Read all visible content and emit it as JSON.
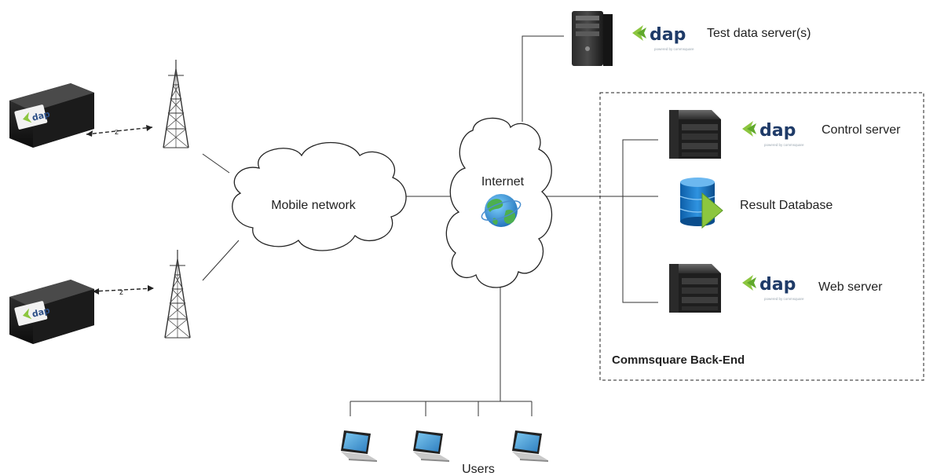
{
  "diagram": {
    "nodes": {
      "mobile_network": "Mobile network",
      "internet": "Internet",
      "test_server": "Test data server(s)",
      "control_server": "Control server",
      "result_db": "Result Database",
      "web_server": "Web server",
      "backend_group": "Commsquare Back-End",
      "users": "Users"
    },
    "brand": {
      "logo_text": "dap",
      "device_logo_text": "dap",
      "tagline": "powered by commsquare",
      "colors": {
        "logo": "#1f3b68",
        "accent": "#8cc63f"
      }
    },
    "link_marker": "z",
    "icons": [
      "device-icon",
      "cell-tower-icon",
      "cloud-icon",
      "globe-icon",
      "tower-server-icon",
      "rack-server-icon",
      "database-icon",
      "laptop-icon"
    ]
  }
}
